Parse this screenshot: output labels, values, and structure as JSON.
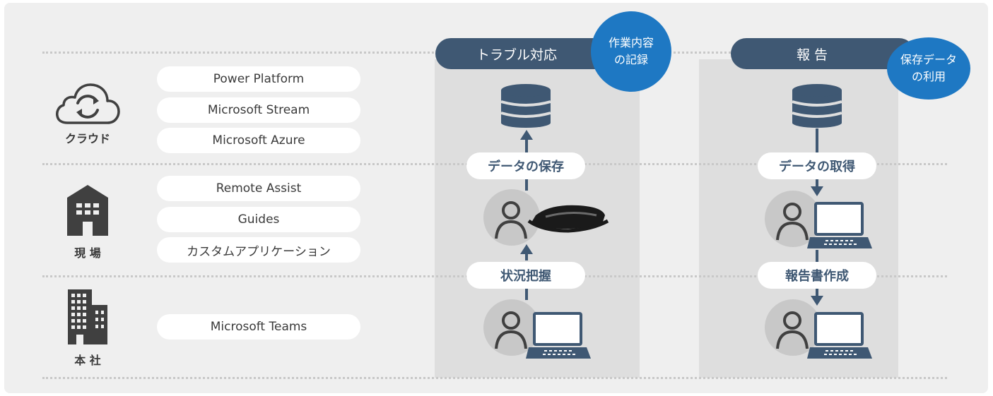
{
  "zones": {
    "cloud": "クラウド",
    "site": "現 場",
    "hq": "本 社"
  },
  "services": {
    "cloud": [
      "Power Platform",
      "Microsoft Stream",
      "Microsoft Azure"
    ],
    "site": [
      "Remote Assist",
      "Guides",
      "カスタムアプリケーション"
    ],
    "hq": [
      "Microsoft Teams"
    ]
  },
  "flows": {
    "trouble": {
      "title": "トラブル対応",
      "badge_line1": "作業内容",
      "badge_line2": "の記録",
      "step_upper": "データの保存",
      "step_lower": "状況把握"
    },
    "report": {
      "title": "報 告",
      "badge_line1": "保存データ",
      "badge_line2": "の利用",
      "step_upper": "データの取得",
      "step_lower": "報告書作成"
    }
  },
  "colors": {
    "navy": "#3f5873",
    "accent_blue": "#1e78c3",
    "icon_gray": "#404040",
    "panel_gray": "#efefef"
  },
  "icons": [
    "cloud-sync-icon",
    "building-icon",
    "office-building-icon",
    "database-icon",
    "person-icon",
    "hololens-icon",
    "laptop-icon"
  ]
}
